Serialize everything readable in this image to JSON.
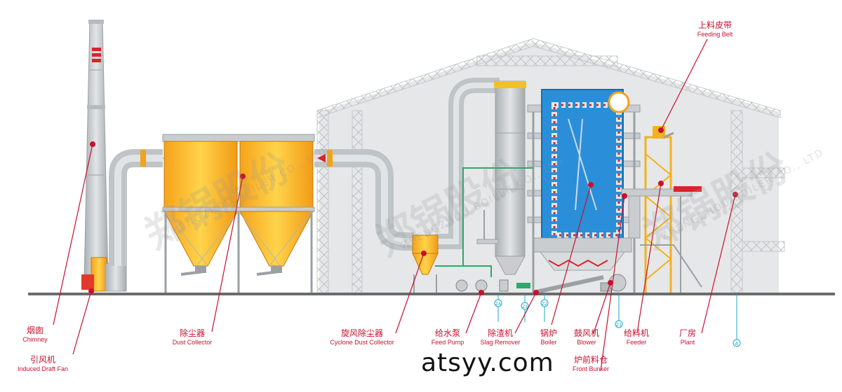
{
  "labels": {
    "chimney": {
      "zh": "烟囱",
      "en": "Chimney"
    },
    "induced_draft_fan": {
      "zh": "引风机",
      "en": "Induced Draft Fan"
    },
    "dust_collector": {
      "zh": "除尘器",
      "en": "Dust Collector"
    },
    "cyclone_dust_collector": {
      "zh": "旋风除尘器",
      "en": "Cyclone Dust Collector"
    },
    "feed_pump": {
      "zh": "给水泵",
      "en": "Feed Pump"
    },
    "slag_remover": {
      "zh": "除渣机",
      "en": "Slag Remover"
    },
    "boiler": {
      "zh": "锅炉",
      "en": "Boiler"
    },
    "blower": {
      "zh": "鼓风机",
      "en": "Blower"
    },
    "front_bunker": {
      "zh": "炉前料仓",
      "en": "Front Bunker"
    },
    "feeder": {
      "zh": "给料机",
      "en": "Feeder"
    },
    "plant": {
      "zh": "厂房",
      "en": "Plant"
    },
    "feeding_belt": {
      "zh": "上料皮带",
      "en": "Feeding Belt"
    }
  },
  "pillar_tags": [
    "Z4",
    "Z3",
    "Z2",
    "Z1",
    "A"
  ],
  "watermark": {
    "zh": "郑锅股份",
    "en": "ZHENGZHOU BOILER CO., LTD"
  },
  "website": "atsyy.com",
  "colors": {
    "leader": "#c8102e",
    "steel": "#c9cdd0",
    "yellow": "#f5b21a",
    "boiler_blue": "#2a8fd8",
    "plant_fill": "#e6e6e6"
  }
}
